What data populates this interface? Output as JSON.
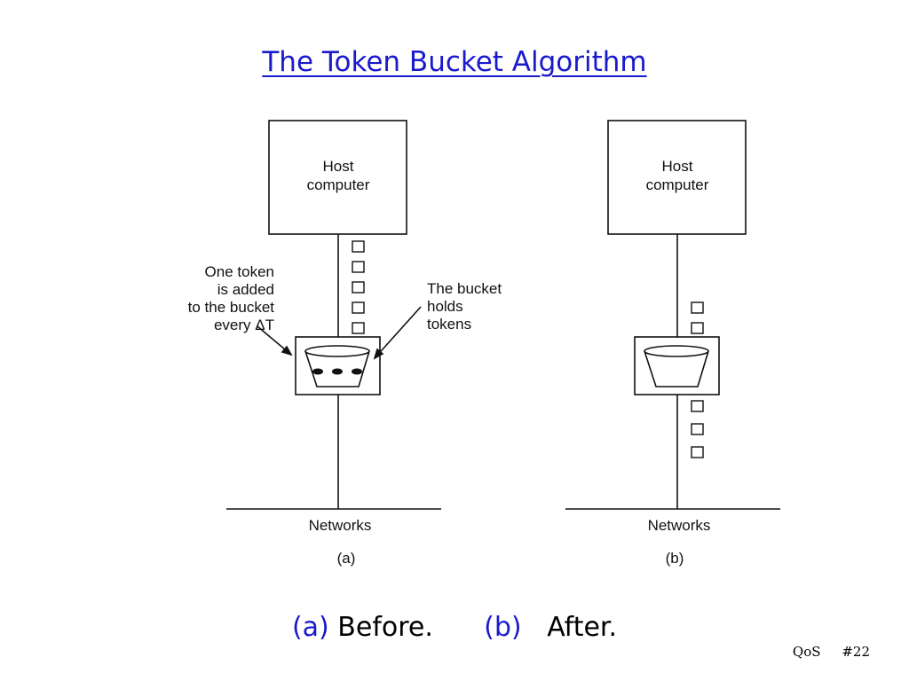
{
  "title": "The Token Bucket Algorithm",
  "diagram": {
    "left": {
      "host_line1": "Host",
      "host_line2": "computer",
      "note_left": [
        "One token",
        "is added",
        "to the bucket",
        "every ΔT"
      ],
      "note_right": [
        "The bucket",
        "holds",
        "tokens"
      ],
      "network": "Networks",
      "label": "(a)",
      "tokens_above": 5,
      "tokens_in_bucket": 3,
      "tokens_below": 0
    },
    "right": {
      "host_line1": "Host",
      "host_line2": "computer",
      "network": "Networks",
      "label": "(b)",
      "tokens_above": 2,
      "tokens_in_bucket": 0,
      "tokens_below": 3
    }
  },
  "caption": {
    "a_tag": "(a)",
    "a_text": "Before.",
    "b_tag": "(b)",
    "b_text": "After."
  },
  "footer": {
    "topic": "QoS",
    "slide": "#22"
  }
}
